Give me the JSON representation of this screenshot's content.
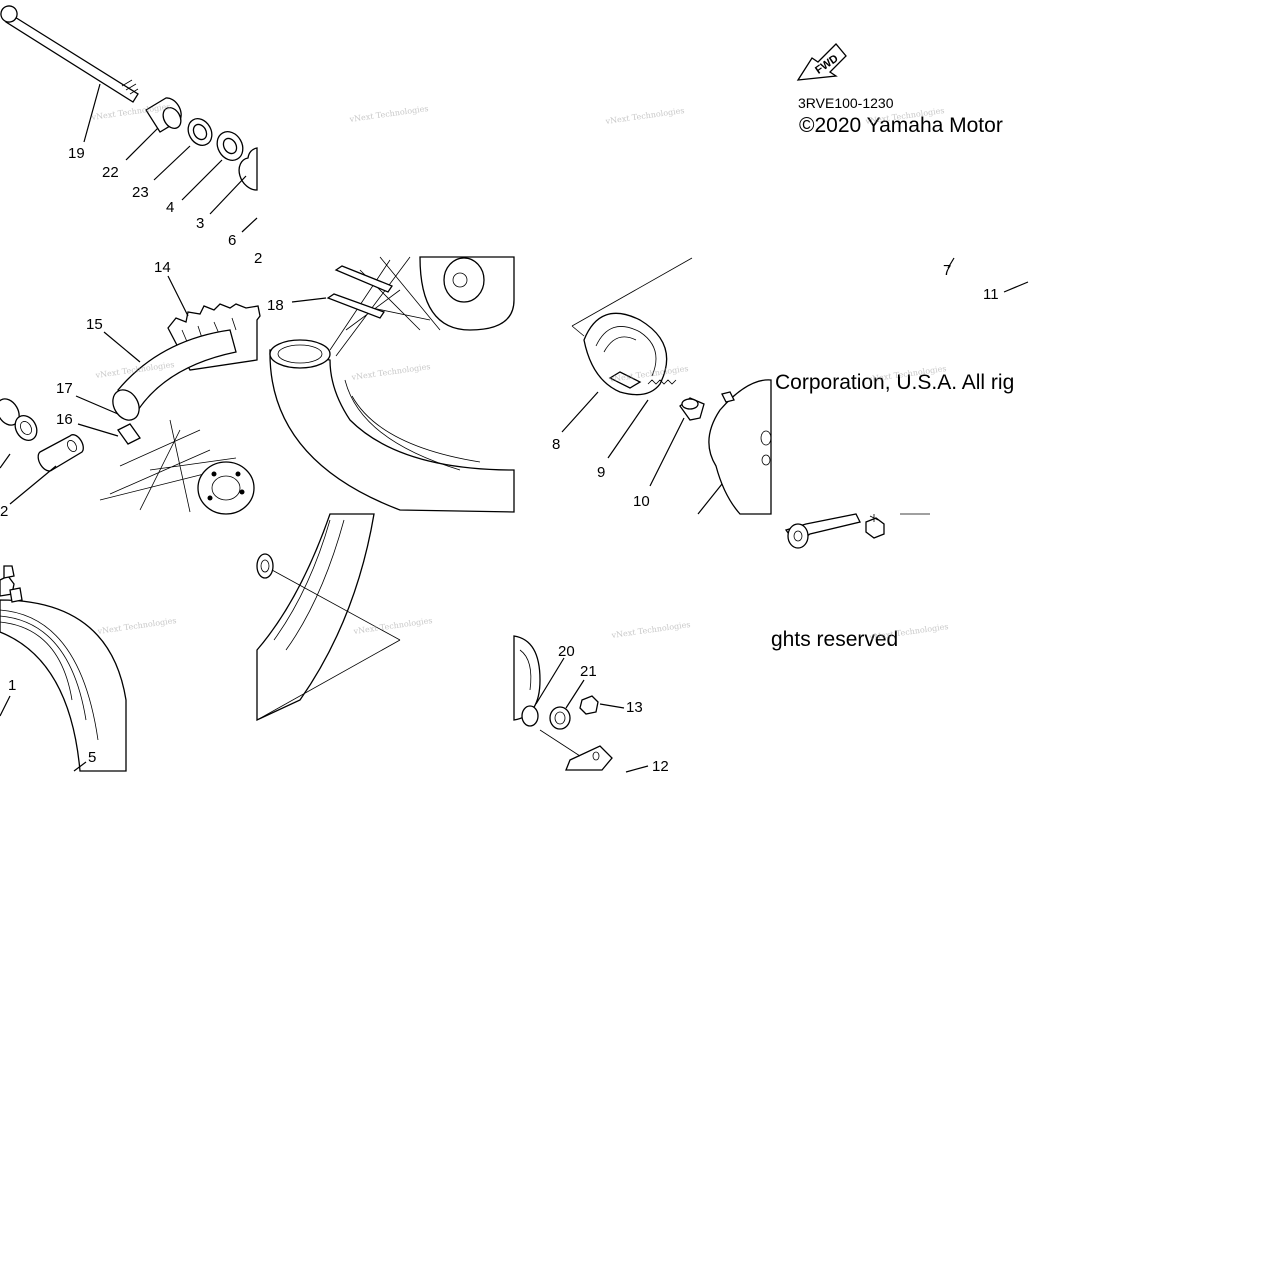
{
  "diagram": {
    "catalog_code": "3RVE100-1230",
    "copyright_line1": "©2020 Yamaha Motor",
    "copyright_line2": "Corporation, U.S.A. All rig",
    "copyright_line3": "ghts reserved",
    "fwd_label": "FWD",
    "watermark": "vNext Technologies",
    "callouts": {
      "c1": "1",
      "c2": "2",
      "c3": "3",
      "c4": "4",
      "c5": "5",
      "c6": "6",
      "c7": "7",
      "c8": "8",
      "c9": "9",
      "c10": "10",
      "c11": "11",
      "c12": "12",
      "c13": "13",
      "c14": "14",
      "c15": "15",
      "c16": "16",
      "c17": "17",
      "c18": "18",
      "c19": "19",
      "c20": "20",
      "c21": "21",
      "c22": "22",
      "c23": "23",
      "c2b": "2"
    }
  }
}
